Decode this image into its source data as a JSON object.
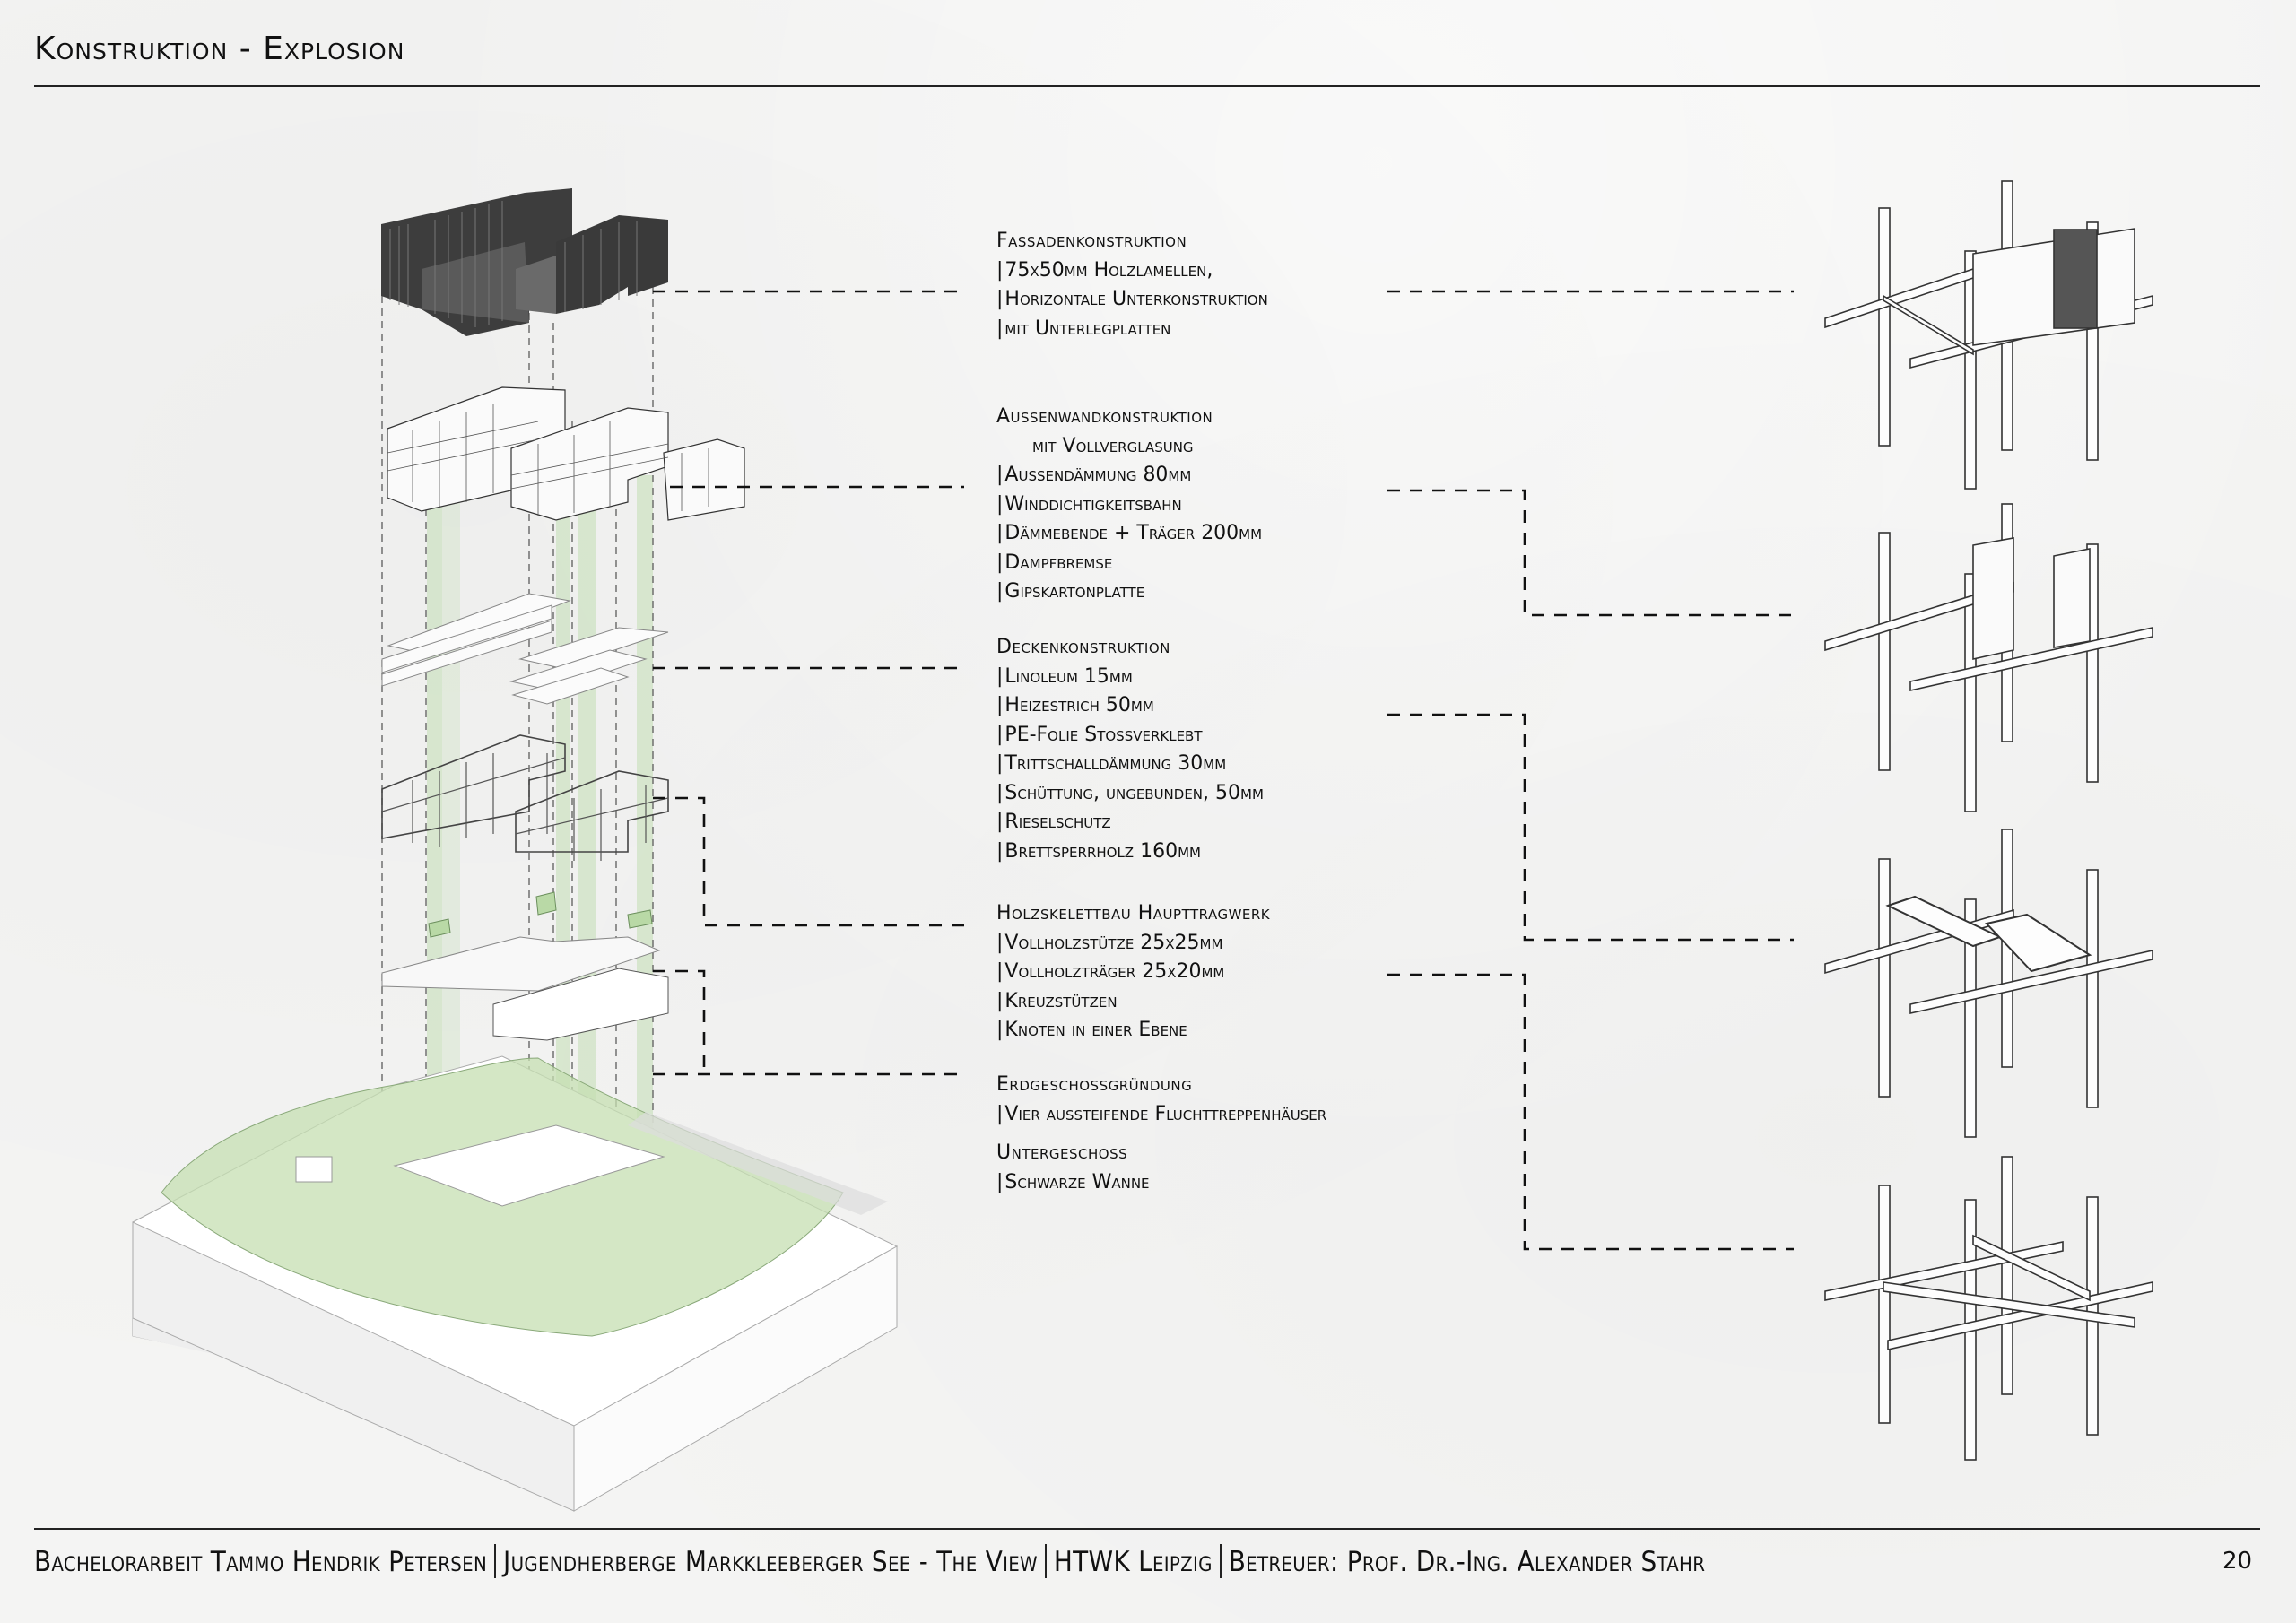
{
  "page": {
    "title": "Konstruktion - Explosion",
    "page_number": "20"
  },
  "footer": {
    "parts": [
      "Bachelorarbeit Tammo Hendrik Petersen",
      "Jugendherberge Markkleeberger See - The View",
      "HTWK Leipzig",
      "Betreuer: Prof. Dr.-Ing. Alexander Stahr"
    ]
  },
  "labels": [
    {
      "heading": "Fassadenkonstruktion",
      "items": [
        "75x50mm Holzlamellen,",
        "Horizontale Unterkonstruktion",
        "mit Unterlegplatten"
      ]
    },
    {
      "heading": "Aussenwandkonstruktion",
      "subheading": "mit Vollverglasung",
      "items": [
        "Aussendämmung 80mm",
        "Winddichtigkeitsbahn",
        "Dämmebende + Träger 200mm",
        "Dampfbremse",
        "Gipskartonplatte"
      ]
    },
    {
      "heading": "Deckenkonstruktion",
      "items": [
        "Linoleum 15mm",
        "Heizestrich 50mm",
        "PE-Folie Stossverklebt",
        "Trittschalldämmung 30mm",
        "Schüttung, ungebunden, 50mm",
        "Rieselschutz",
        "Brettsperrholz 160mm"
      ]
    },
    {
      "heading": "Holzskelettbau Haupttragwerk",
      "items": [
        "Vollholzstütze 25x25mm",
        "Vollholzträger 25x20mm",
        "Kreuzstützen",
        "Knoten in einer Ebene"
      ]
    },
    {
      "heading": "Erdgeschossgründung",
      "items": [
        "Vier aussteifende Fluchttreppenhäuser"
      ]
    },
    {
      "heading": "Untergeschoss",
      "items": [
        "Schwarze Wanne"
      ]
    }
  ],
  "colors": {
    "accent_green": "#b9d9a6",
    "facade_dark": "#3a3a3a",
    "line": "#111111"
  }
}
